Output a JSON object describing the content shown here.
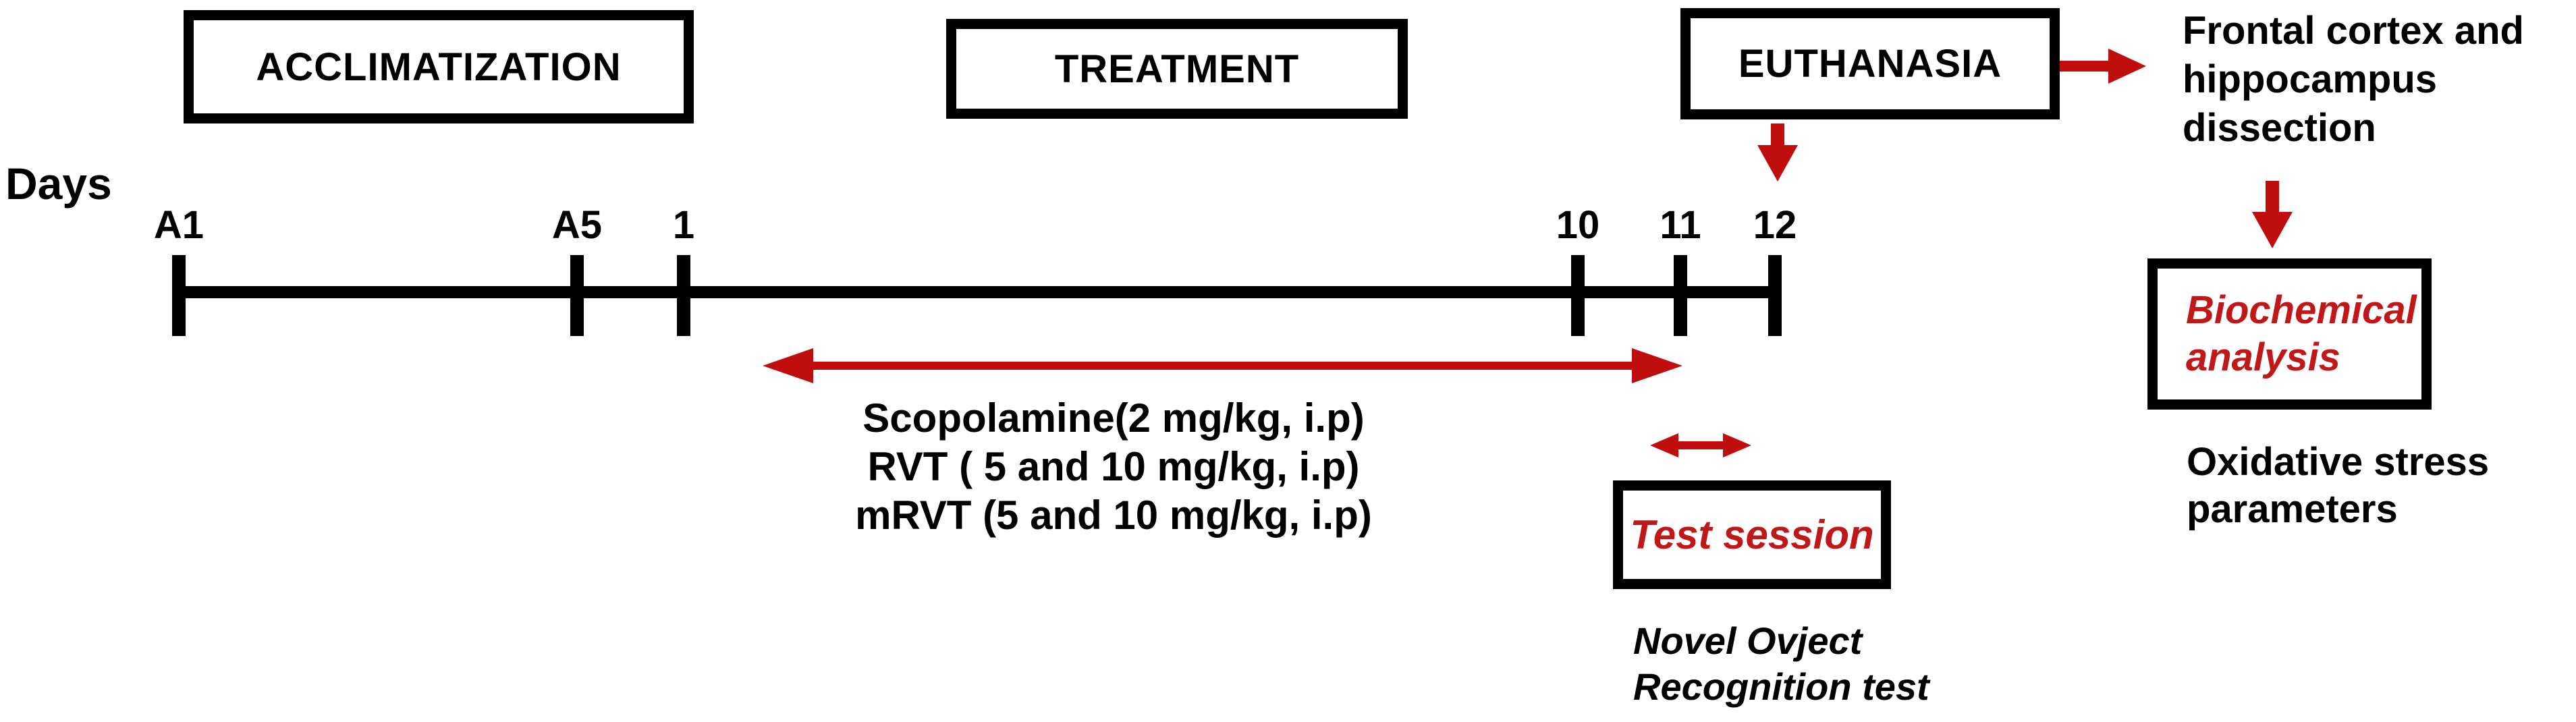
{
  "axis": {
    "days_label": "Days"
  },
  "phases": {
    "acclimatization": "ACCLIMATIZATION",
    "treatment": "TREATMENT",
    "euthanasia": "EUTHANASIA"
  },
  "timeline": {
    "ticks": [
      {
        "label": "A1"
      },
      {
        "label": "A5"
      },
      {
        "label": "1"
      },
      {
        "label": "10"
      },
      {
        "label": "11"
      },
      {
        "label": "12"
      }
    ]
  },
  "treatment_details": {
    "line1": "Scopolamine(2 mg/kg, i.p)",
    "line2": "RVT ( 5 and 10 mg/kg, i.p)",
    "line3": "mRVT (5 and 10 mg/kg, i.p)"
  },
  "test_session": {
    "box_label": "Test session",
    "caption_line1": "Novel Ovject",
    "caption_line2": "Recognition test"
  },
  "dissection": {
    "line1": "Frontal cortex and",
    "line2": "hippocampus",
    "line3": "dissection"
  },
  "biochemical": {
    "box_line1": "Biochemical",
    "box_line2": "analysis",
    "caption_line1": "Oxidative stress",
    "caption_line2": "parameters"
  },
  "colors": {
    "accent_red": "#c00d0d",
    "red_text": "#c01818",
    "black": "#000000"
  }
}
